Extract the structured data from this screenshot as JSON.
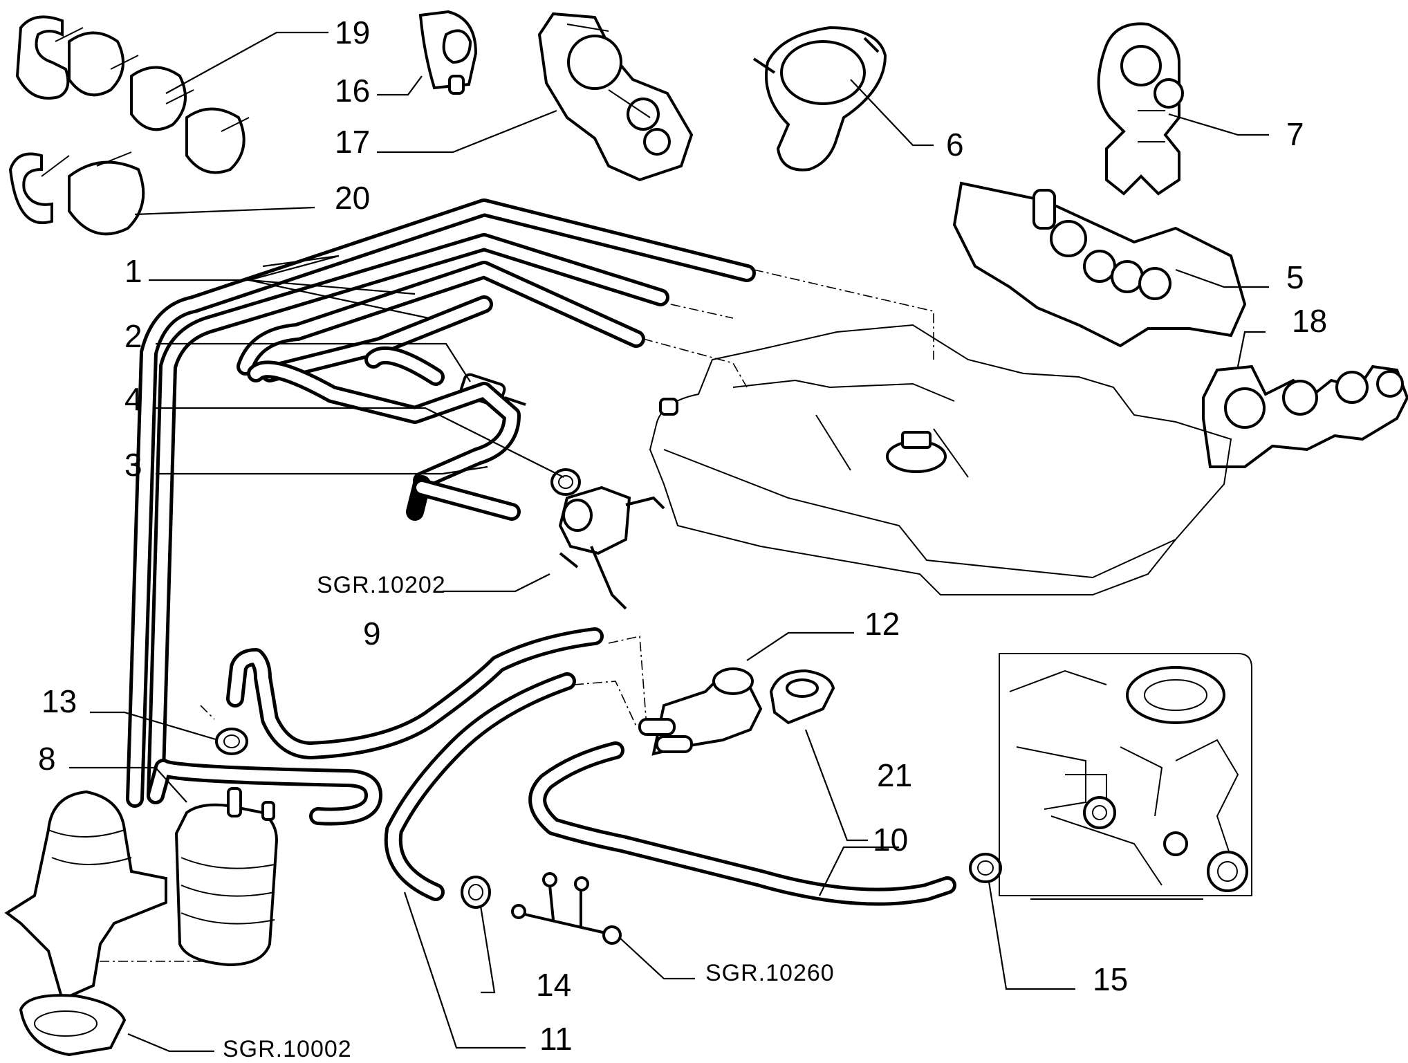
{
  "diagram": {
    "callouts": {
      "c1": "1",
      "c2": "2",
      "c3": "3",
      "c4": "4",
      "c5": "5",
      "c6": "6",
      "c7": "7",
      "c8": "8",
      "c9": "9",
      "c10": "10",
      "c11": "11",
      "c12": "12",
      "c13": "13",
      "c14": "14",
      "c15": "15",
      "c16": "16",
      "c17": "17",
      "c18": "18",
      "c19": "19",
      "c20": "20",
      "c21": "21"
    },
    "references": {
      "sgr10202": "SGR.10202",
      "sgr10260": "SGR.10260",
      "sgr10002": "SGR.10002"
    }
  }
}
